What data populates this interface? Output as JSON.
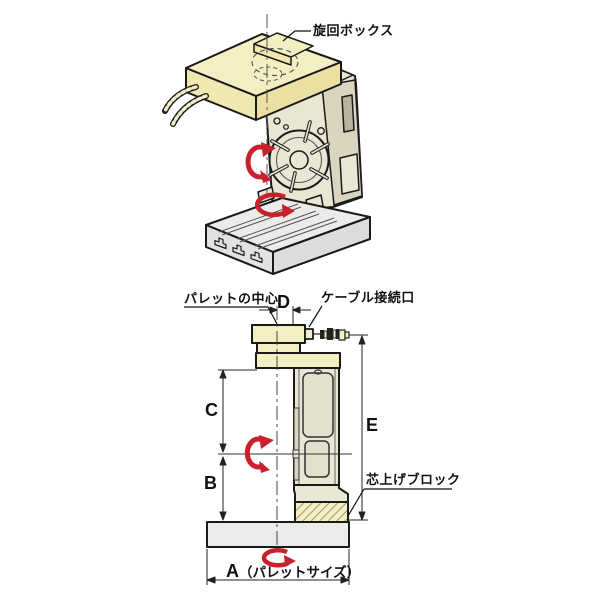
{
  "labels": {
    "swivel_box": "旋回ボックス",
    "pallet_center": "パレットの中心",
    "cable_port": "ケーブル接続口",
    "centering_block": "芯上げブロック"
  },
  "dimensions": {
    "a": "A",
    "a_suffix": "（パレットサイズ）",
    "b": "B",
    "c": "C",
    "d": "D",
    "e": "E"
  },
  "colors": {
    "outline": "#1a1a1a",
    "yellow": "#f4efc3",
    "yellowShade": "#e9e0a2",
    "yellowFront": "#efe8b0",
    "body": "#e9e6d4",
    "bodyShade": "#d9d5bf",
    "panel": "#e3e0cd",
    "grey": "#ebecea",
    "greyShade": "#dcdddb",
    "greyLeft": "#e2e3e1",
    "red": "#c8202c",
    "hatch": "#8c874f",
    "dimline": "#222222",
    "slotDark": "#b9b49c"
  }
}
